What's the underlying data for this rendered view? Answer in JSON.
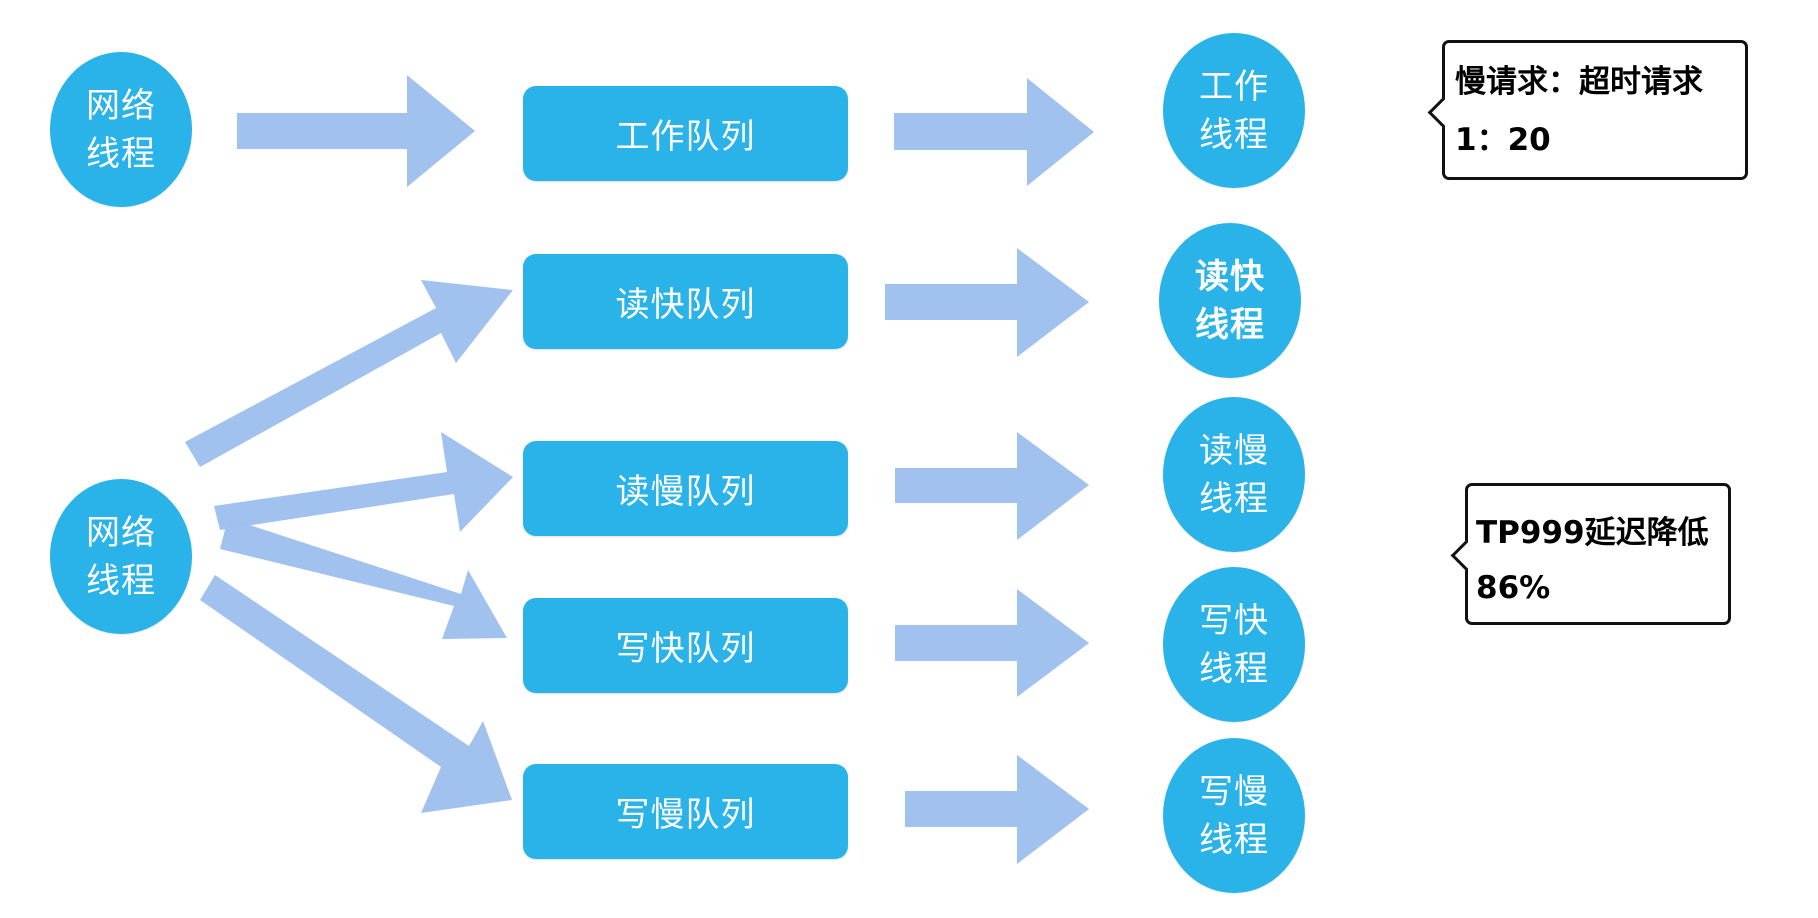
{
  "colors": {
    "node_fill": "#29b3e8",
    "arrow_fill": "#9fc0ee",
    "callout_border": "#111111",
    "text_light": "#ffffff",
    "text_dark": "#000000"
  },
  "network_threads": [
    {
      "label": "网络线程"
    },
    {
      "label": "网络线程"
    }
  ],
  "queues": [
    {
      "label": "工作队列"
    },
    {
      "label": "读快队列"
    },
    {
      "label": "读慢队列"
    },
    {
      "label": "写快队列"
    },
    {
      "label": "写慢队列"
    }
  ],
  "worker_threads": [
    {
      "label": "工作线程"
    },
    {
      "label": "读快线程",
      "bold": true
    },
    {
      "label": "读慢线程"
    },
    {
      "label": "写快线程"
    },
    {
      "label": "写慢线程"
    }
  ],
  "callouts": [
    {
      "lines": [
        "慢请求：超时请求",
        "1：20"
      ]
    },
    {
      "lines": [
        "TP999延迟降低",
        "86%"
      ]
    }
  ]
}
